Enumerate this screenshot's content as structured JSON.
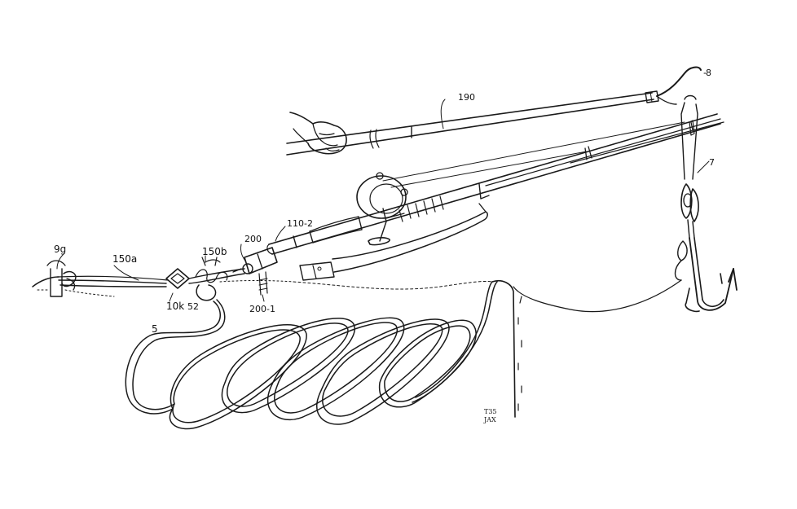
{
  "figure": {
    "reference_numerals": {
      "gaff_pole": "190",
      "gaff_hook": "8",
      "hook_leader": "7",
      "snap_device": "200",
      "rod_butt": "110-2",
      "line_segment_a": "150a",
      "line_segment_b": "150b",
      "stake": "9g",
      "knot": "10k",
      "loop": "52",
      "mount_base": "200-1",
      "coiled_line": "5"
    },
    "signature": {
      "line1": "T35",
      "line2": "JAX"
    }
  }
}
